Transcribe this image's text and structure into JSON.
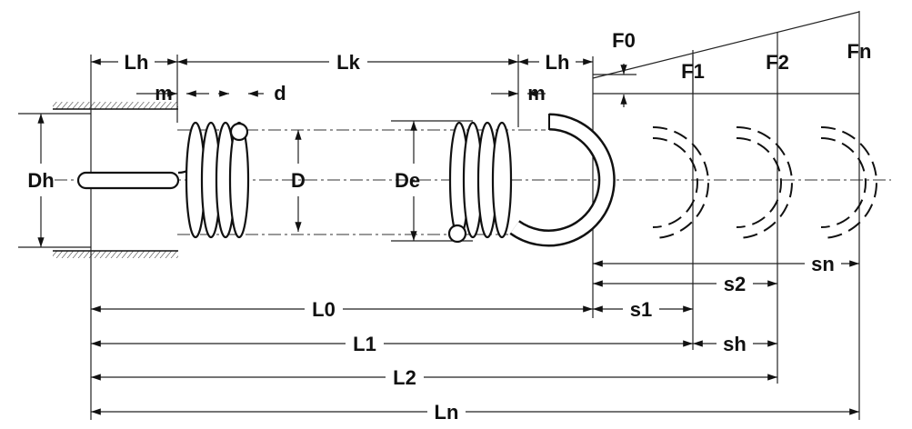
{
  "labels": {
    "lh_left": "Lh",
    "lk": "Lk",
    "lh_right": "Lh",
    "m_left": "m",
    "d": "d",
    "m_right": "m",
    "f0": "F0",
    "f1": "F1",
    "f2": "F2",
    "fn": "Fn",
    "dh": "Dh",
    "D": "D",
    "de": "De",
    "sn": "sn",
    "s2": "s2",
    "s1": "s1",
    "sh": "sh",
    "l0": "L0",
    "l1": "L1",
    "l2": "L2",
    "ln": "Ln"
  }
}
